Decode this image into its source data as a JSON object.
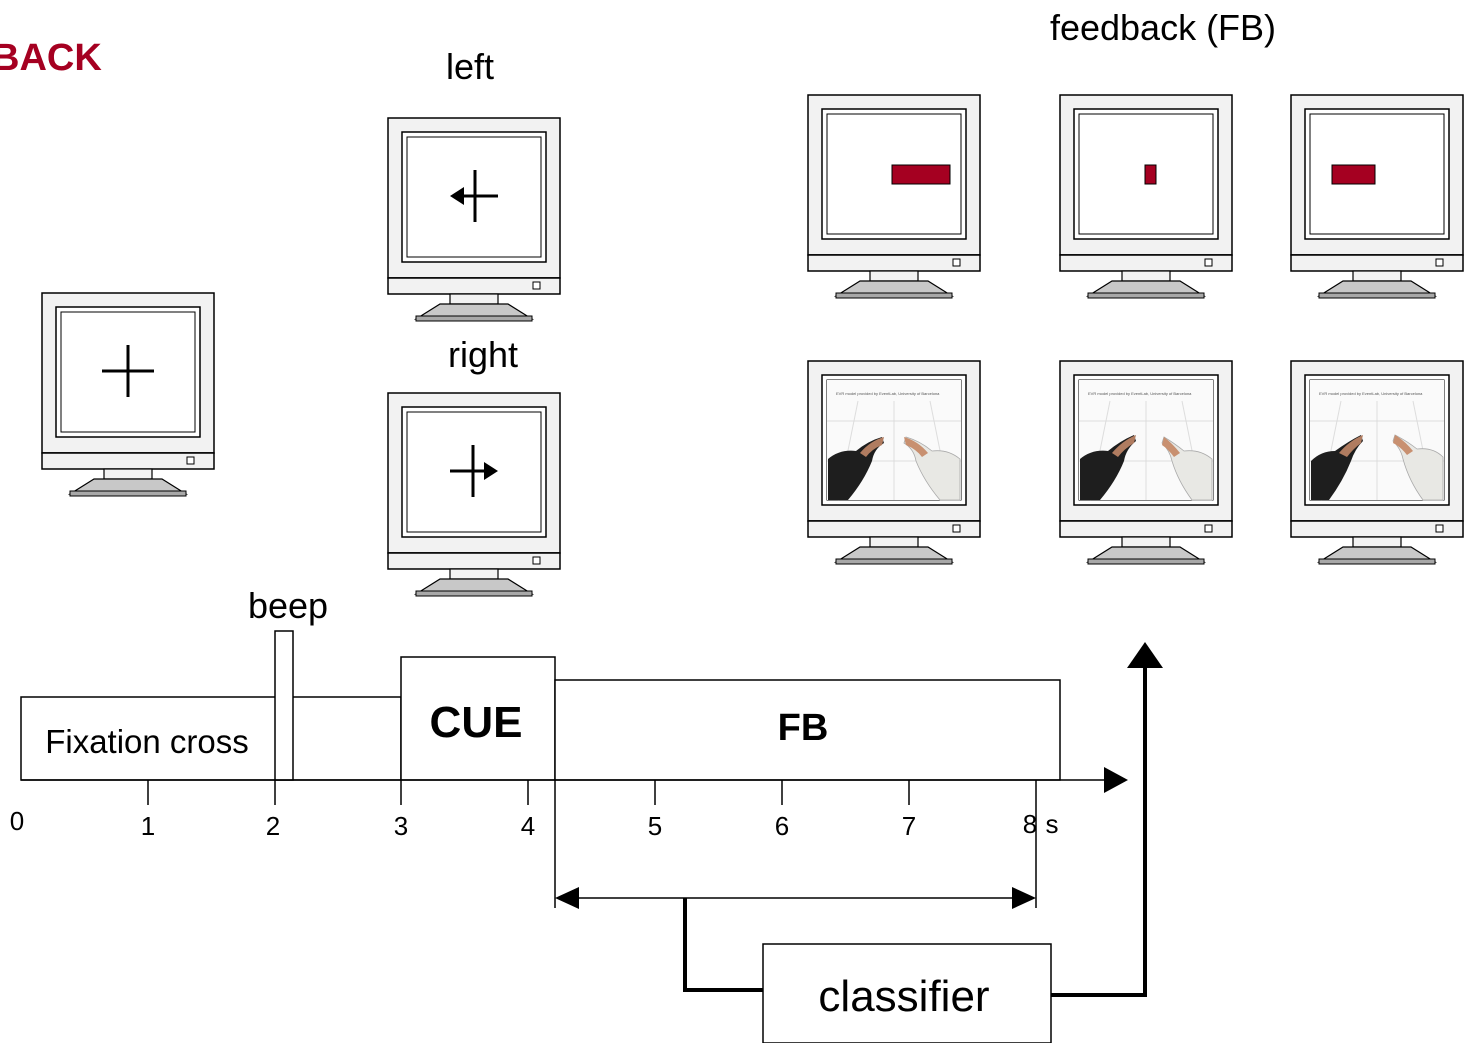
{
  "header": {
    "title": "BACK",
    "title_color": "#a50021"
  },
  "labels": {
    "cue_left": "left",
    "cue_right": "right",
    "feedback": "feedback (FB)",
    "beep": "beep",
    "fixation": "Fixation cross",
    "cue": "CUE",
    "fb": "FB",
    "classifier": "classifier",
    "seconds_unit": "s"
  },
  "timeline": {
    "ticks": [
      "0",
      "1",
      "2",
      "3",
      "4",
      "5",
      "6",
      "7",
      "8"
    ]
  },
  "feedback_screens": {
    "avatar_caption": "EVR model provided by EventLab, University of Barcelona"
  },
  "colors": {
    "feedback_bar": "#a50021",
    "monitor_body": "#f2f2f2",
    "monitor_base": "#c0c0c0"
  },
  "icons": {
    "fixation": "crosshair-icon",
    "cue_left": "left-arrow-cross-icon",
    "cue_right": "right-arrow-cross-icon",
    "hands": "virtual-hands-icon"
  }
}
